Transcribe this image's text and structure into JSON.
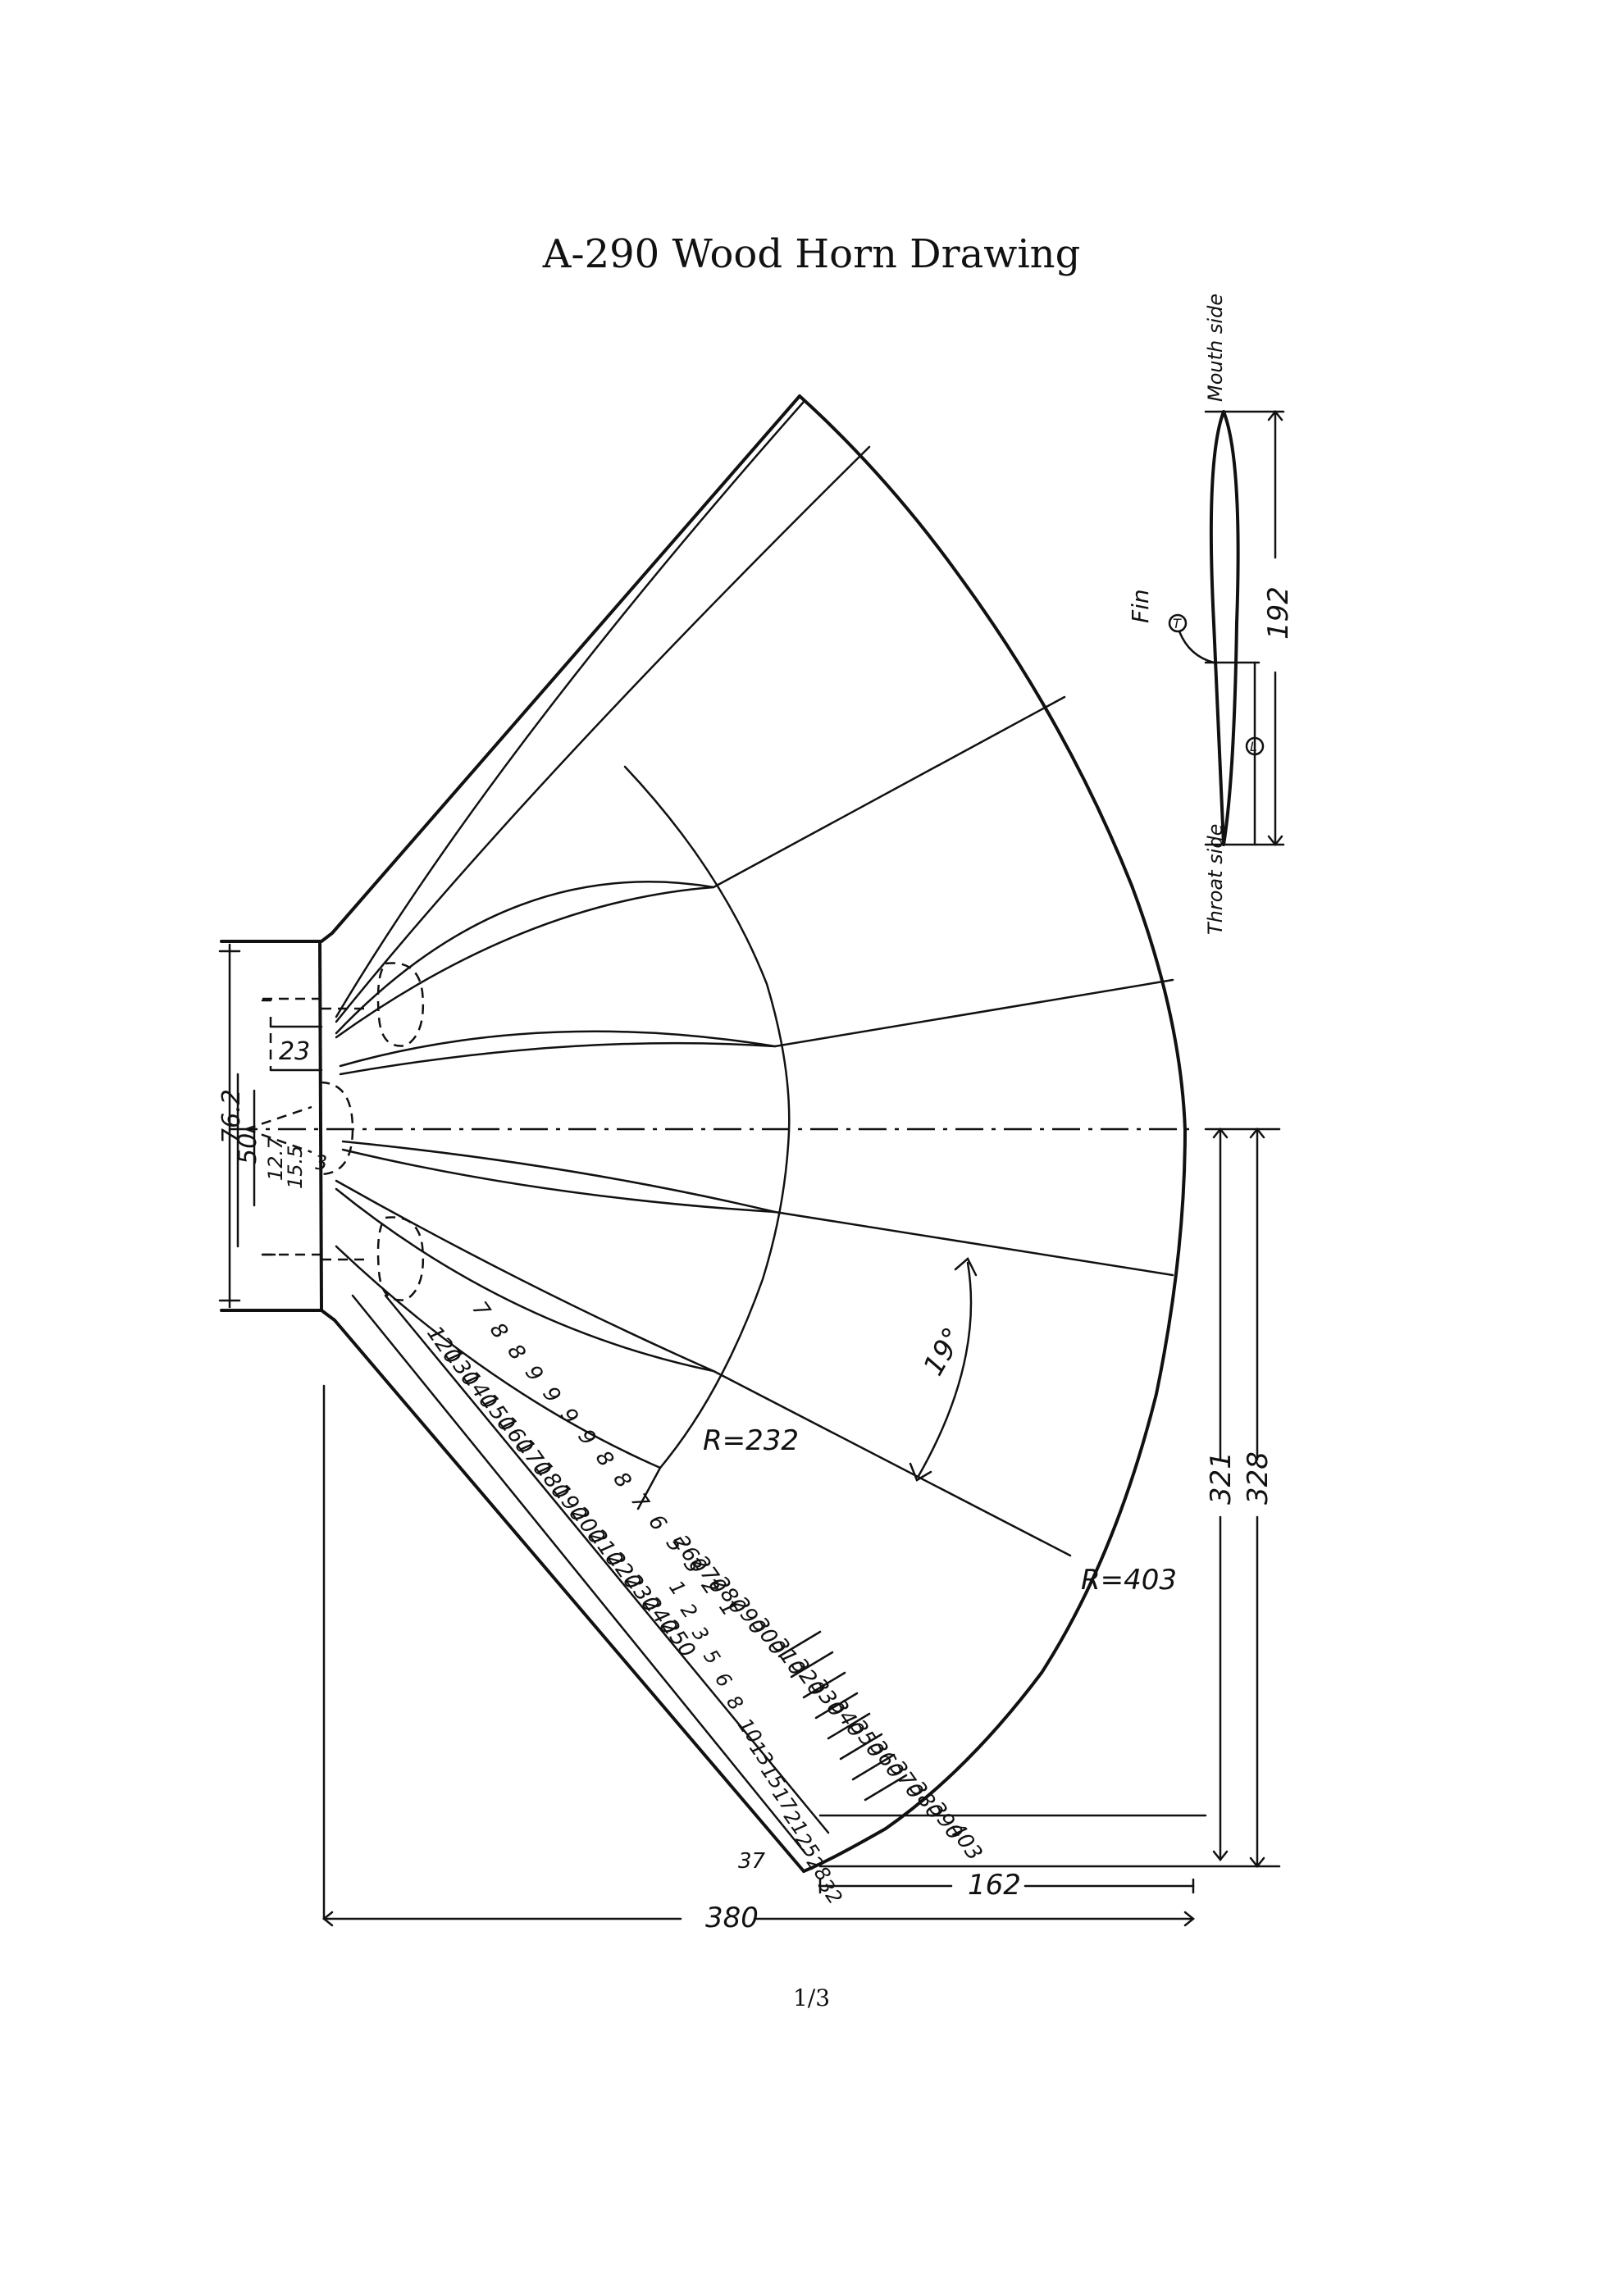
{
  "title": "A-290 Wood Horn Drawing",
  "page_number": "1/3",
  "dimensions": {
    "radius_inner": "R=232",
    "radius_outer": "R=403",
    "angle": "19°",
    "width_total": "380",
    "width_mouth": "162",
    "height_321": "321",
    "height_328": "328",
    "throat_height": "76.2",
    "throat_inner": "50",
    "throat_offset": "23",
    "throat_small_a": "12.7",
    "throat_small_b": "15.5",
    "throat_small_c": "3",
    "bottom_corner": "37",
    "fin_length": "192"
  },
  "fin": {
    "label": "Fin",
    "mouth_label": "Mouth side",
    "throat_label": "Throat side",
    "marker_t": "T",
    "marker_l": "L"
  },
  "stations": {
    "left_numbers": [
      "120",
      "130",
      "140",
      "150",
      "160",
      "170",
      "180",
      "190",
      "200",
      "210",
      "220",
      "230",
      "240",
      "250"
    ],
    "left_values": [
      "7",
      "8",
      "8",
      "9",
      "9",
      "9",
      "9",
      "8",
      "8",
      "7",
      "6",
      "5",
      "3",
      "2",
      "1"
    ],
    "right_numbers": [
      "260",
      "270",
      "280",
      "290",
      "300",
      "310",
      "320",
      "330",
      "340",
      "350",
      "360",
      "370",
      "380",
      "390",
      "403"
    ],
    "right_values": [
      "1",
      "2",
      "3",
      "5",
      "6",
      "8",
      "10",
      "13",
      "15",
      "17",
      "21",
      "25",
      "28",
      "32"
    ]
  }
}
